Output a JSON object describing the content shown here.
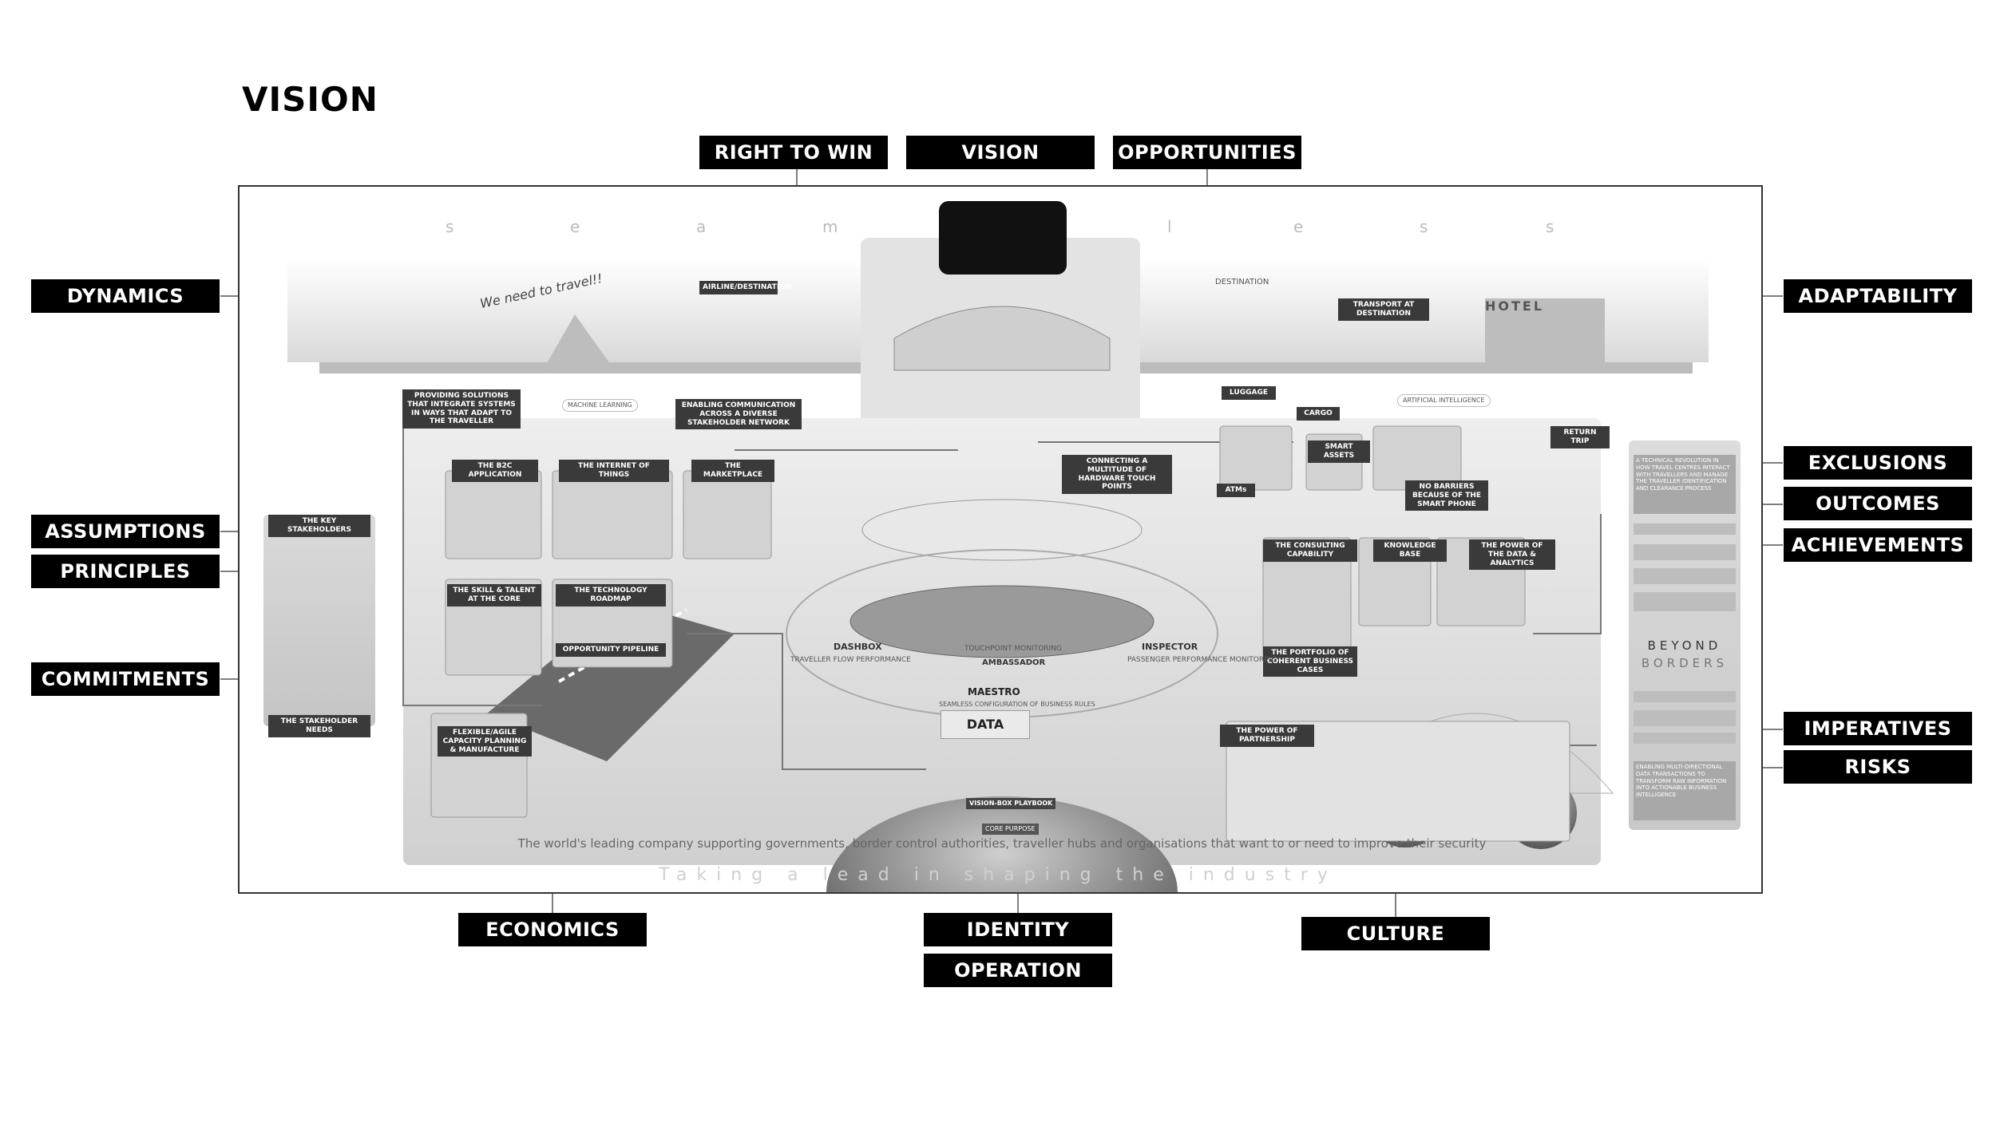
{
  "page_title": "VISION",
  "tags": {
    "right_to_win": "RIGHT TO WIN",
    "vision": "VISION",
    "opportunities": "OPPORTUNITIES",
    "dynamics": "DYNAMICS",
    "adaptability": "ADAPTABILITY",
    "assumptions": "ASSUMPTIONS",
    "principles": "PRINCIPLES",
    "commitments": "COMMITMENTS",
    "exclusions": "EXCLUSIONS",
    "outcomes": "OUTCOMES",
    "achievements": "ACHIEVEMENTS",
    "imperatives": "IMPERATIVES",
    "risks": "RISKS",
    "economics": "ECONOMICS",
    "identity": "IDENTITY",
    "operation": "OPERATION",
    "culture": "CULTURE"
  },
  "diagram": {
    "seamless_letters": [
      "s",
      "e",
      "a",
      "m",
      "l",
      "e",
      "s",
      "s"
    ],
    "labels": {
      "we_need_to_travel": "We need to travel!!",
      "airline_destination": "AIRLINE/DESTINATION",
      "destination": "DESTINATION",
      "transport_at_destination": "TRANSPORT AT DESTINATION",
      "hotel": "HOTEL",
      "providing_solutions": "PROVIDING SOLUTIONS THAT INTEGRATE SYSTEMS IN WAYS THAT ADAPT TO THE TRAVELLER",
      "machine_learning": "MACHINE LEARNING",
      "enabling_communication": "ENABLING COMMUNICATION ACROSS A DIVERSE STAKEHOLDER NETWORK",
      "luggage": "LUGGAGE",
      "cargo": "CARGO",
      "artificial_intelligence": "ARTIFICIAL INTELLIGENCE",
      "return_trip": "RETURN TRIP",
      "connecting_touch_points": "CONNECTING A MULTITUDE OF HARDWARE TOUCH POINTS",
      "atms": "ATMs",
      "smart_assets": "SMART ASSETS",
      "no_barriers": "NO BARRIERS BECAUSE OF THE SMART PHONE",
      "b2c_application": "THE B2C APPLICATION",
      "internet_of_things": "THE INTERNET OF THINGS",
      "marketplace": "THE MARKETPLACE",
      "key_stakeholders": "THE KEY STAKEHOLDERS",
      "stakeholder_needs": "THE STAKEHOLDER NEEDS",
      "skill_talent": "THE SKILL & TALENT AT THE CORE",
      "technology_roadmap": "THE TECHNOLOGY ROADMAP",
      "opportunity_pipeline": "OPPORTUNITY PIPELINE",
      "consulting_capability": "THE CONSULTING CAPABILITY",
      "knowledge_base": "KNOWLEDGE BASE",
      "data_analytics": "THE POWER OF THE DATA & ANALYTICS",
      "portfolio": "THE PORTFOLIO OF COHERENT BUSINESS CASES",
      "dashbox": "DASHBOX",
      "traveller_flow": "TRAVELLER FLOW PERFORMANCE",
      "touchpoint_monitoring": "TOUCHPOINT MONITORING",
      "ambassador": "AMBASSADOR",
      "inspector": "INSPECTOR",
      "passenger_monitoring": "PASSENGER PERFORMANCE MONITORING",
      "maestro": "MAESTRO",
      "seamless_config": "SEAMLESS CONFIGURATION OF BUSINESS RULES",
      "data": "DATA",
      "flexible_capacity": "FLEXIBLE/AGILE CAPACITY PLANNING & MANUFACTURE",
      "power_of_partnership": "THE POWER OF PARTNERSHIP",
      "playbook": "VISION-BOX PLAYBOOK",
      "core_purpose": "CORE PURPOSE",
      "beyond": "BEYOND",
      "borders": "BORDERS",
      "tech_revolution": "A TECHNICAL REVOLUTION IN HOW TRAVEL CENTRES INTERACT WITH TRAVELLERS AND MANAGE THE TRAVELLER IDENTIFICATION AND CLEARANCE PROCESS",
      "enabling_multi": "ENABLING MULTI-DIRECTIONAL DATA TRANSACTIONS TO TRANSFORM RAW INFORMATION INTO ACTIONABLE BUSINESS INTELLIGENCE"
    },
    "bottom_caption": "The world's leading company supporting governments, border control authorities, traveller hubs and organisations that want to or need to improve their security",
    "tagline": "Taking a lead in shaping the industry"
  }
}
